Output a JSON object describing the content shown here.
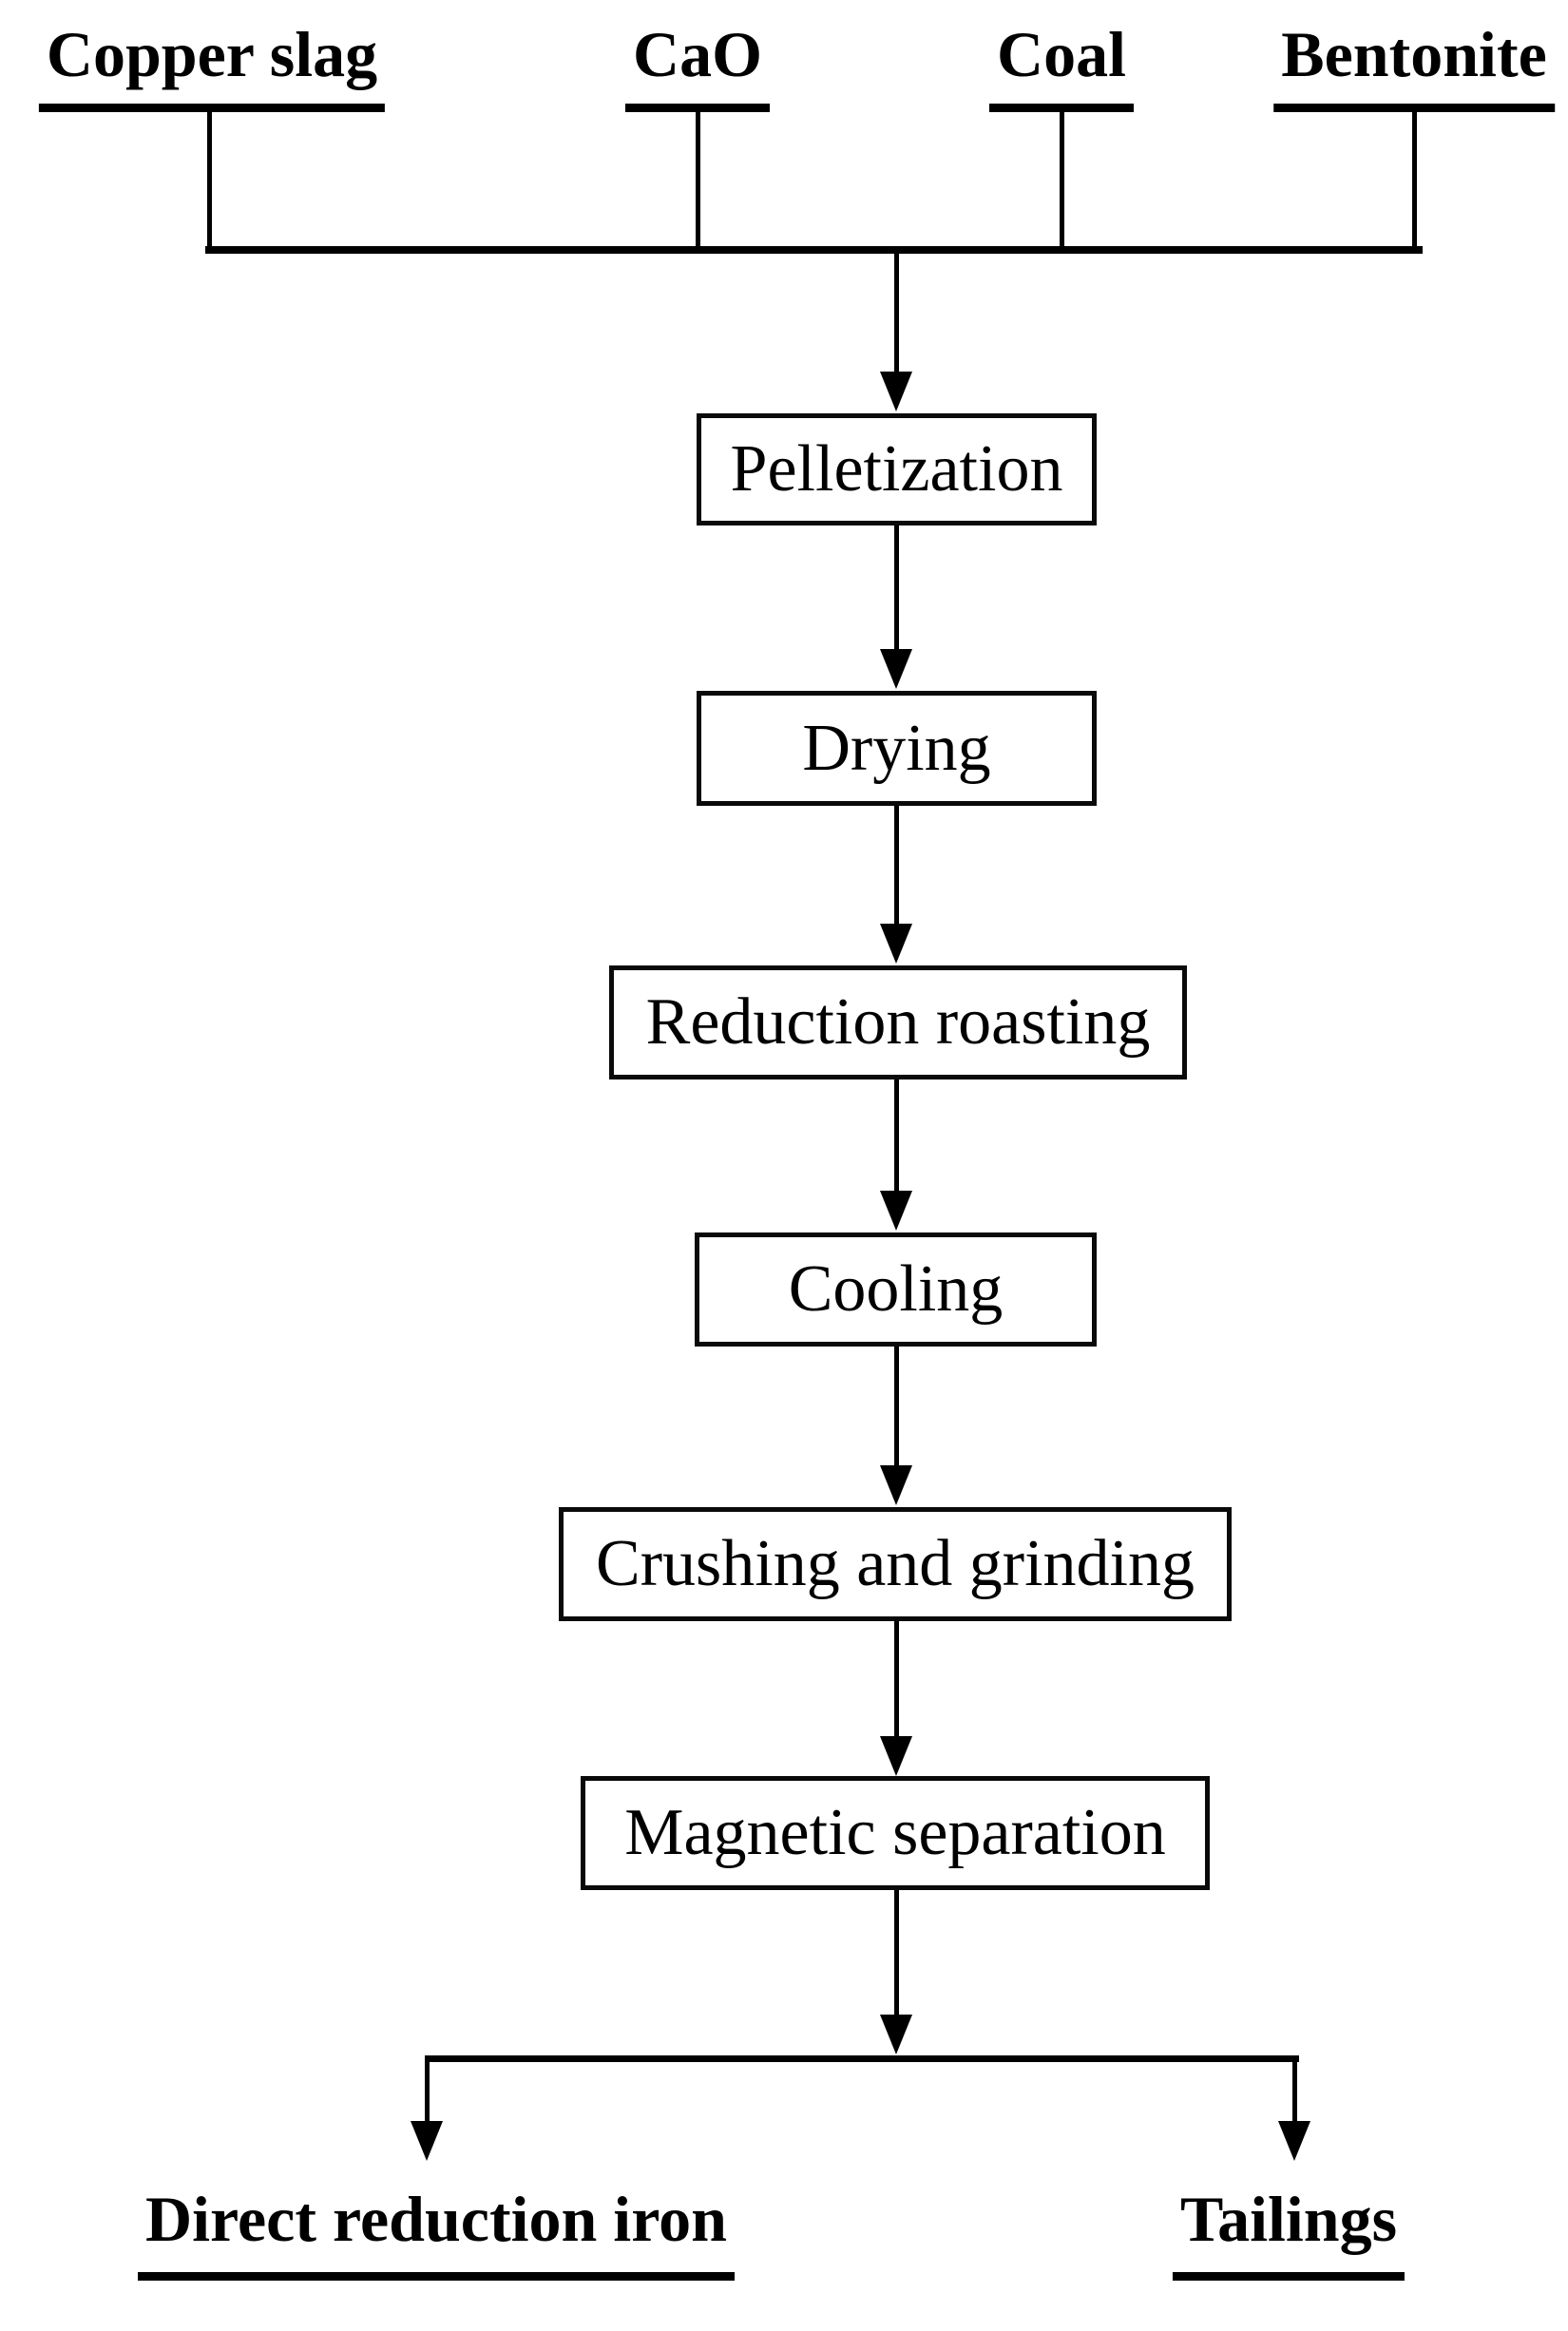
{
  "diagram": {
    "type": "flowchart",
    "description": "Process flowsheet: copper slag raw materials through pelletization and reduction roasting to direct reduction iron and tailings",
    "inputs": [
      {
        "label": "Copper slag"
      },
      {
        "label": "CaO"
      },
      {
        "label": "Coal"
      },
      {
        "label": "Bentonite"
      }
    ],
    "steps": [
      {
        "label": "Pelletization"
      },
      {
        "label": "Drying"
      },
      {
        "label": "Reduction roasting"
      },
      {
        "label": "Cooling"
      },
      {
        "label": "Crushing and grinding"
      },
      {
        "label": "Magnetic separation"
      }
    ],
    "outputs": [
      {
        "label": "Direct reduction iron"
      },
      {
        "label": "Tailings"
      }
    ],
    "colors": {
      "ink": "#000000",
      "background": "#ffffff",
      "box_fill": "#ffffff"
    }
  }
}
